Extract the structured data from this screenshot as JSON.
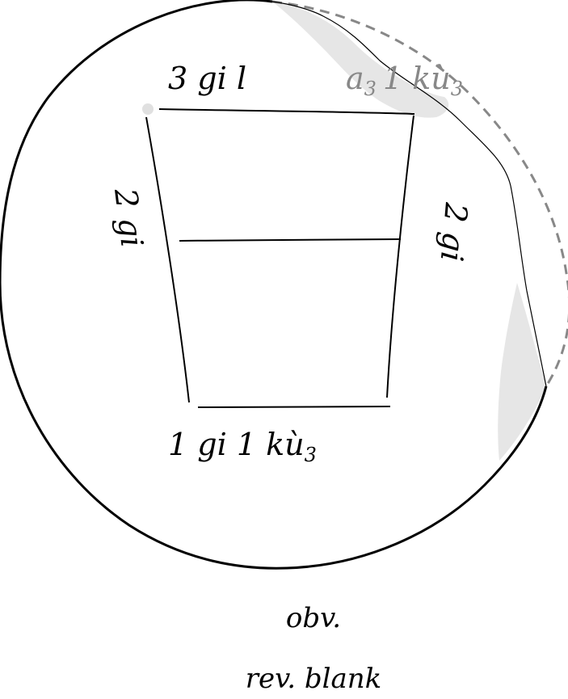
{
  "tablet": {
    "top_label": {
      "black": "3 gi l",
      "gray_a": "a",
      "gray_a_sub": "3",
      "gray_rest": "1 ku",
      "gray_ku_accent": "̀",
      "gray_sub": "3"
    },
    "left_label": "2 gi",
    "right_label": "2 gi",
    "bottom_label": {
      "main": "1 gi 1 ku",
      "accent": "̀",
      "sub": "3"
    }
  },
  "captions": {
    "obverse": "obv.",
    "reverse": "rev. blank"
  },
  "colors": {
    "ink": "#000000",
    "damage": "#e6e6e6",
    "reconstruction": "#888888"
  }
}
